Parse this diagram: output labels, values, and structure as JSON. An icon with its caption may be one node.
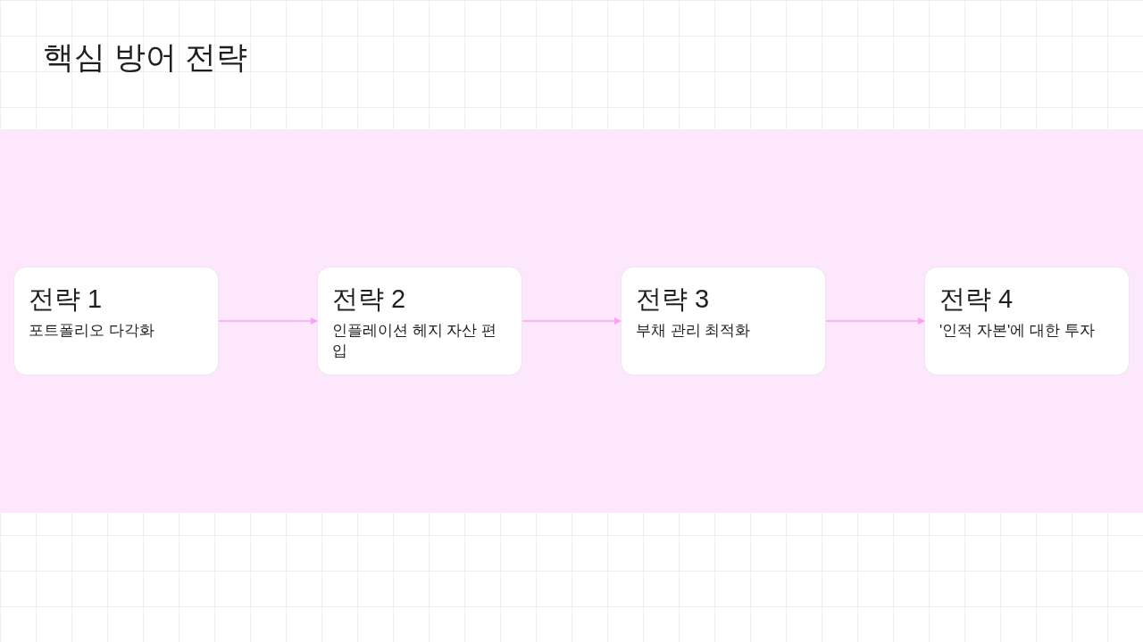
{
  "diagram": {
    "title": "핵심 방어 전략",
    "nodes": [
      {
        "text": [
          "전략 1",
          "포트폴리오 다각화"
        ]
      },
      {
        "text": [
          "전략 2",
          "인플레이션 헤지 자산 편입"
        ]
      },
      {
        "text": [
          "전략 3",
          "부채 관리 최적화"
        ]
      },
      {
        "text": [
          "전략 4",
          "'인적 자본'에 대한 투자"
        ]
      }
    ],
    "edges": [
      {
        "from": 0,
        "to": 1,
        "arrow": "to"
      },
      {
        "from": 1,
        "to": 2,
        "arrow": "to"
      },
      {
        "from": 2,
        "to": 3,
        "arrow": "to"
      }
    ]
  }
}
